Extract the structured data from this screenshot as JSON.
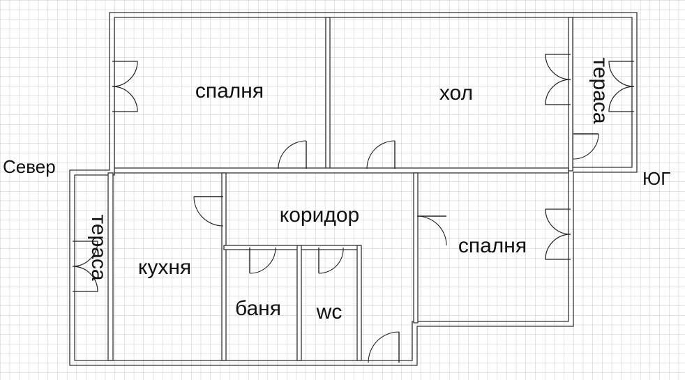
{
  "compass": {
    "north": "Север",
    "south": "ЮГ"
  },
  "rooms": {
    "bedroom_top": "спалня",
    "hall": "хол",
    "terrace_south": "тераса",
    "terrace_north": "тераса",
    "kitchen": "кухня",
    "corridor": "коридор",
    "bedroom_right": "спалня",
    "bathroom": "баня",
    "wc": "wc"
  },
  "colors": {
    "grid": "#c9c9c9",
    "wall_line": "#333333",
    "background": "#ffffff"
  }
}
